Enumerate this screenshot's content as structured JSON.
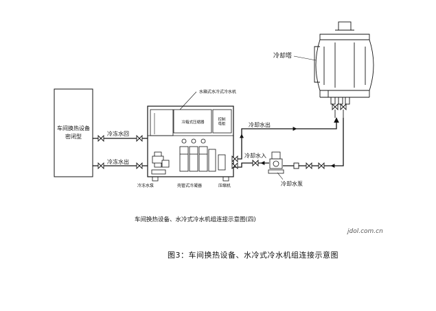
{
  "labels": {
    "workshop_equipment": "车间换热设备",
    "closed_type": "密闭型",
    "chilled_water_return": "冷冻水回",
    "chilled_water_out": "冷冻水出",
    "chilled_water_pump": "冷冻水泵",
    "chiller_unit": "水箱式水冷式冷水机",
    "tank_panel": "冷箱式压缩器",
    "control_panel": "控制\n电柜",
    "shell_tube_condenser": "壳管式冷凝器",
    "compressor": "压缩机",
    "cooling_water_out": "冷却水出",
    "cooling_water_in": "冷却水入",
    "cooling_water_pump": "冷却水泵",
    "cooling_tower": "冷却塔"
  },
  "captions": {
    "sub_caption": "车间换热设备、水冷式冷水机组连接示意图(四)",
    "watermark": "jdol.com.cn",
    "main_caption": "图3：车间换热设备、水冷式冷水机组连接示意图"
  },
  "colors": {
    "line": "#111111",
    "background": "#ffffff"
  }
}
